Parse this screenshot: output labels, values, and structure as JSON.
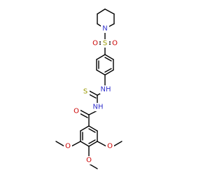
{
  "molecule": {
    "atoms": {
      "N_piperidine": "N",
      "S_sulfonyl": "S",
      "O_sulfonyl_left": "O",
      "O_sulfonyl_right": "O",
      "NH_aniline": "NH",
      "S_thiourea": "S",
      "NH_amide": "NH",
      "O_carbonyl": "O",
      "O_methoxy_left": "O",
      "O_methoxy_bottom": "O",
      "O_methoxy_right": "O"
    }
  },
  "colors": {
    "bond": "#000000",
    "nitrogen": "#3333cc",
    "oxygen": "#cc0000",
    "sulfur": "#999900"
  }
}
